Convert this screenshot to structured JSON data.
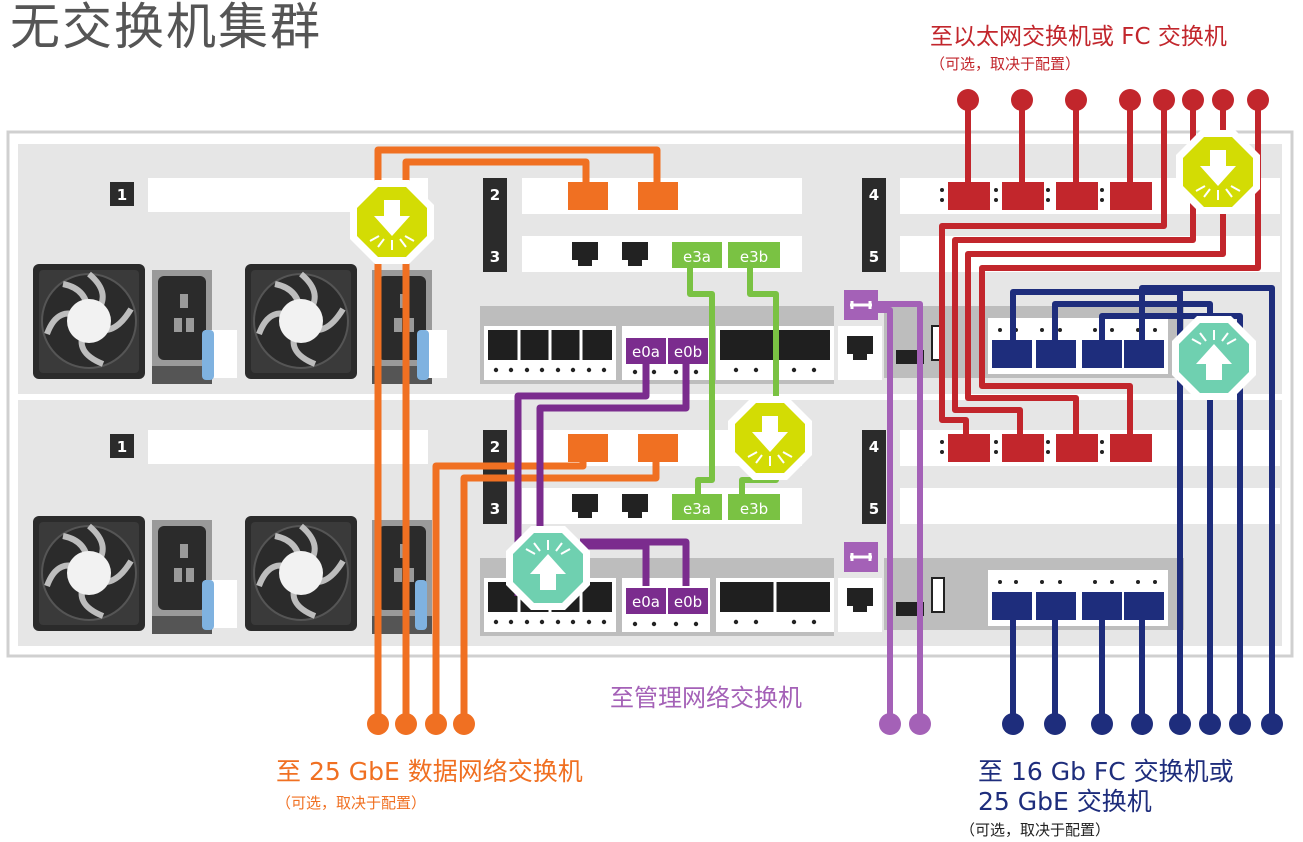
{
  "title": "无交换机集群",
  "colors": {
    "orange": "#f07022",
    "purple": "#7b2c8e",
    "lavender": "#a461b7",
    "green": "#7ac243",
    "red": "#c2262c",
    "navy": "#1e2d7c",
    "yellow": "#d3dc04",
    "teal": "#6fd0b0",
    "chassis": "#e6e6e6",
    "dark": "#2b2b2b"
  },
  "labels": {
    "eth_fc_title": "至以太网交换机或 FC 交换机",
    "eth_fc_sub": "（可选，取决于配置）",
    "data_title": "至 25 GbE 数据网络交换机",
    "data_sub": "（可选，取决于配置）",
    "mgmt_title": "至管理网络交换机",
    "fc_title_1": "至 16 Gb FC 交换机或",
    "fc_title_2": "25 GbE 交换机",
    "fc_sub": "（可选，取决于配置）"
  },
  "slots": {
    "s1": "1",
    "s2": "2",
    "s3": "3",
    "s4": "4",
    "s5": "5"
  },
  "ports": {
    "e3a": "e3a",
    "e3b": "e3b",
    "e0a": "e0a",
    "e0b": "e0b"
  },
  "icons": {
    "insert": "arrow-down-octagon-icon",
    "pull": "arrow-up-octagon-icon",
    "wrench": "wrench-icon",
    "fan": "fan-icon",
    "power": "power-socket-icon"
  }
}
